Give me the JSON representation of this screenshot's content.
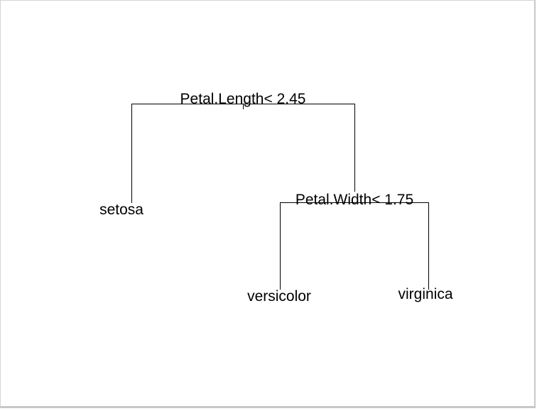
{
  "tree": {
    "root_split": "Petal.Length< 2.45",
    "right_split": "Petal.Width< 1.75",
    "leaves": {
      "left": "setosa",
      "middle": "versicolor",
      "right": "virginica"
    }
  },
  "colors": {
    "background": "#ffffff",
    "lines": "#000000",
    "text": "#000000"
  }
}
